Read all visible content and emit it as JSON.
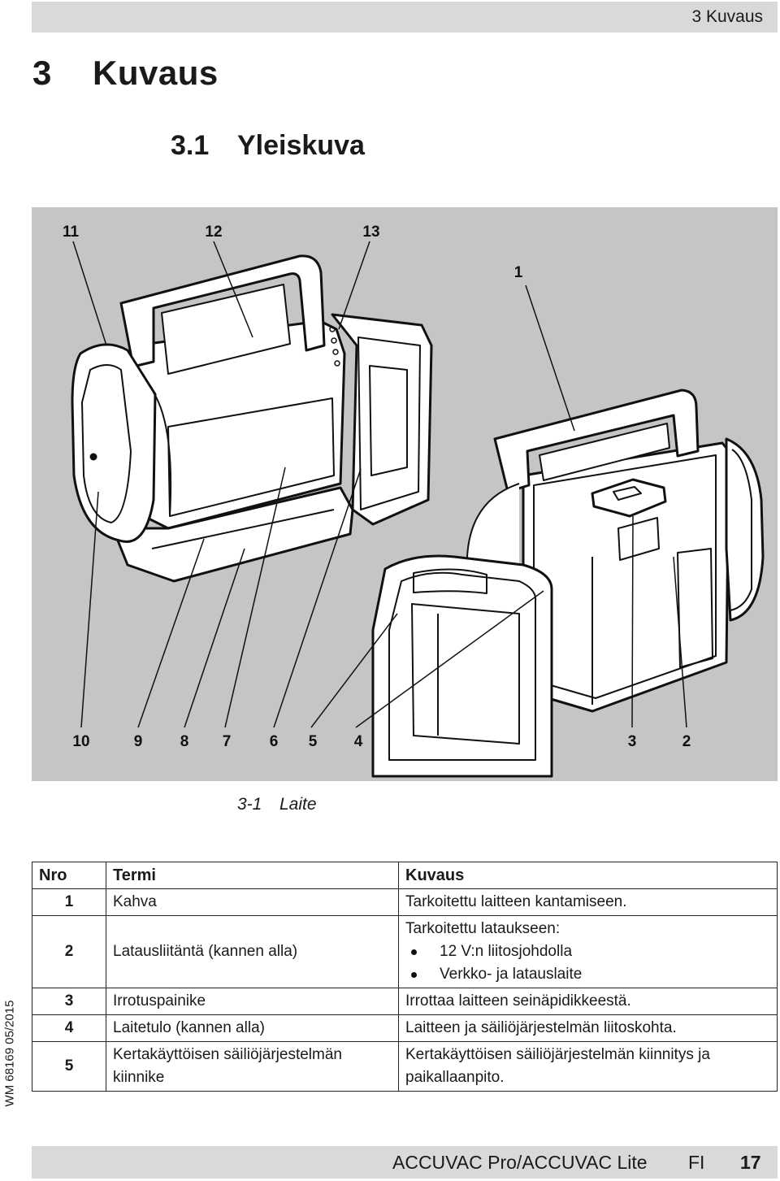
{
  "header": {
    "running_title": "3 Kuvaus"
  },
  "chapter": {
    "number": "3",
    "title": "Kuvaus"
  },
  "section": {
    "number": "3.1",
    "title": "Yleiskuva"
  },
  "figure": {
    "callouts_top": [
      "11",
      "12",
      "13",
      "1"
    ],
    "callouts_bottom": [
      "10",
      "9",
      "8",
      "7",
      "6",
      "5",
      "4",
      "3",
      "2"
    ],
    "caption_number": "3-1",
    "caption_text": "Laite"
  },
  "side_code": "WM 68169 05/2015",
  "table": {
    "headers": {
      "nro": "Nro",
      "term": "Termi",
      "desc": "Kuvaus"
    },
    "rows": [
      {
        "nro": "1",
        "term": "Kahva",
        "desc": "Tarkoitettu laitteen kantamiseen."
      },
      {
        "nro": "2",
        "term": "Latausliitäntä (kannen alla)",
        "desc": "Tarkoitettu lataukseen:",
        "bullets": [
          "12 V:n liitosjohdolla",
          "Verkko- ja latauslaite"
        ]
      },
      {
        "nro": "3",
        "term": "Irrotuspainike",
        "desc": "Irrottaa laitteen seinäpidikkeestä."
      },
      {
        "nro": "4",
        "term": "Laitetulo (kannen alla)",
        "desc": "Laitteen ja säiliöjärjestelmän liitoskohta."
      },
      {
        "nro": "5",
        "term": "Kertakäyttöisen säiliöjärjestelmän kiinnike",
        "desc": "Kertakäyttöisen säiliöjärjestelmän kiinnitys ja paikallaanpito."
      }
    ]
  },
  "footer": {
    "product": "ACCUVAC Pro/ACCUVAC Lite",
    "lang": "FI",
    "page": "17"
  }
}
